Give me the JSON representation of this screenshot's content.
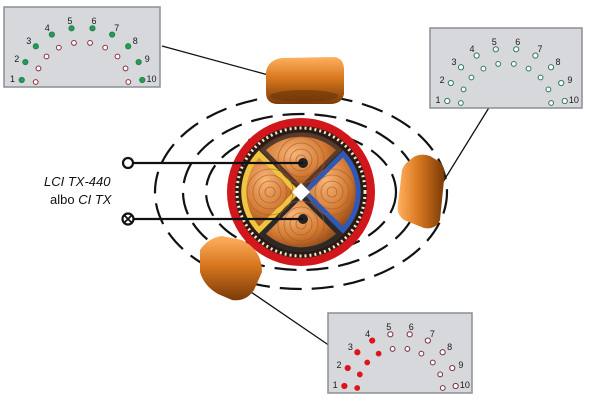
{
  "caption": {
    "line1": "LCI TX-440",
    "line2_prefix": "albo ",
    "line2_italic": "CI TX"
  },
  "indicator_panels": [
    {
      "name": "top-left",
      "labels": [
        "1",
        "2",
        "3",
        "4",
        "5",
        "6",
        "7",
        "8",
        "9",
        "10"
      ],
      "active_color": "#1aa34a",
      "active_count": 10
    },
    {
      "name": "top-right",
      "labels": [
        "1",
        "2",
        "3",
        "4",
        "5",
        "6",
        "7",
        "8",
        "9",
        "10"
      ],
      "active_color": "#1aa34a",
      "active_count": 0
    },
    {
      "name": "bottom-right",
      "labels": [
        "1",
        "2",
        "3",
        "4",
        "5",
        "6",
        "7",
        "8",
        "9",
        "10"
      ],
      "active_color": "#e0121b",
      "active_count": 4
    }
  ],
  "colors": {
    "panel_bg": "#d6d8dc",
    "panel_border": "#8c8f94",
    "outer_sheath": "#d1161c",
    "copper": "#c9732e",
    "clamp": "#c46a1c"
  }
}
